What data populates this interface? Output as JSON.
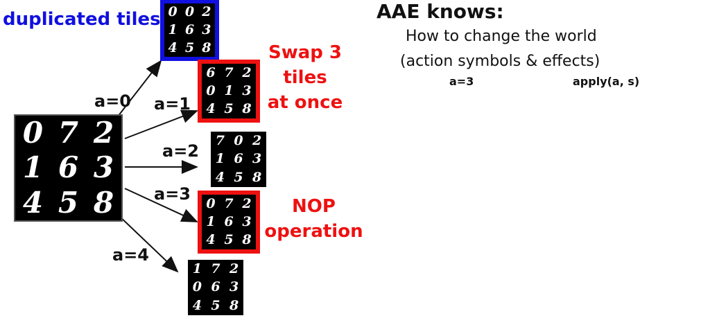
{
  "colors": {
    "blue": "#1010e0",
    "red": "#ee1111",
    "text": "#111111"
  },
  "notes": {
    "duplicated": "duplicated tiles",
    "swap_line1": "Swap 3 tiles",
    "swap_line2": "at once",
    "nop_line1": "NOP",
    "nop_line2": "operation"
  },
  "panel": {
    "title": "AAE knows:",
    "line1": "How to change the world",
    "line2": "(action symbols & effects)",
    "action_label": "a=3",
    "apply_label": "apply(a, s)"
  },
  "actions": [
    "a=0",
    "a=1",
    "a=2",
    "a=3",
    "a=4"
  ],
  "states": {
    "source": [
      "0",
      "7",
      "2",
      "1",
      "6",
      "3",
      "4",
      "5",
      "8"
    ],
    "a0": [
      "0",
      "0",
      "2",
      "1",
      "6",
      "3",
      "4",
      "5",
      "8"
    ],
    "a1": [
      "6",
      "7",
      "2",
      "0",
      "1",
      "3",
      "4",
      "5",
      "8"
    ],
    "a2": [
      "7",
      "0",
      "2",
      "1",
      "6",
      "3",
      "4",
      "5",
      "8"
    ],
    "a3": [
      "0",
      "7",
      "2",
      "1",
      "6",
      "3",
      "4",
      "5",
      "8"
    ],
    "a4": [
      "1",
      "7",
      "2",
      "0",
      "6",
      "3",
      "4",
      "5",
      "8"
    ]
  }
}
